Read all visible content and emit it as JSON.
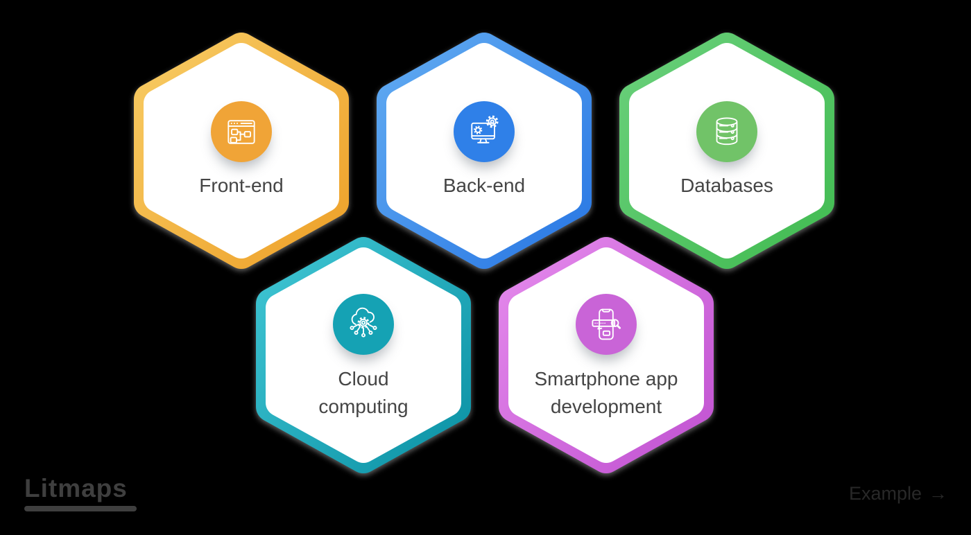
{
  "canvas": {
    "background": "#000000",
    "text_color": "#454545"
  },
  "hexagons": [
    {
      "name": "front-end",
      "line1": "Front-end",
      "line2": "",
      "border_light": "#F7CA62",
      "border_dark": "#EEA22B",
      "icon_bg": "#F0A437",
      "icon": "browser-window-flowchart-icon"
    },
    {
      "name": "back-end",
      "line1": "Back-end",
      "line2": "",
      "border_light": "#5FA9F1",
      "border_dark": "#2B79E4",
      "icon_bg": "#2F80E8",
      "icon": "monitor-gears-icon"
    },
    {
      "name": "databases",
      "line1": "Databases",
      "line2": "",
      "border_light": "#68CF79",
      "border_dark": "#43BC53",
      "icon_bg": "#71C368",
      "icon": "database-stack-icon"
    },
    {
      "name": "cloud-computing",
      "line1": "Cloud",
      "line2": "computing",
      "border_light": "#3EC4D2",
      "border_dark": "#0D93A6",
      "icon_bg": "#15A2B4",
      "icon": "cloud-gear-network-icon"
    },
    {
      "name": "smartphone-app-development",
      "line1": "Smartphone app",
      "line2": "development",
      "border_light": "#E388EB",
      "border_dark": "#C254D2",
      "icon_bg": "#C964D7",
      "icon": "smartphone-search-icon"
    }
  ],
  "footer": {
    "logo_text": "Litmaps",
    "example_label": "Example",
    "example_arrow": "→"
  }
}
